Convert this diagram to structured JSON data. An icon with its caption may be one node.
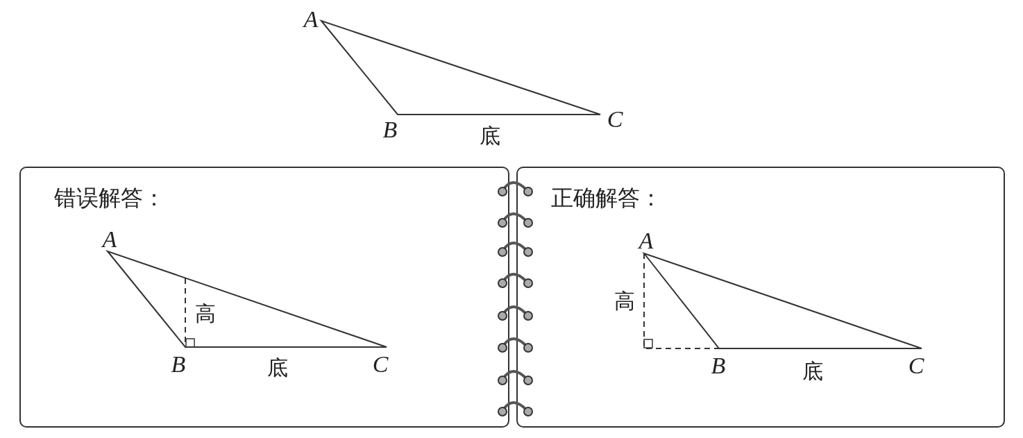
{
  "diagram": {
    "nodes": [
      {
        "text": [
          "错误解答："
        ]
      },
      {
        "text": [
          "正确解答："
        ]
      }
    ],
    "labels": [
      "A",
      "C",
      "B",
      "底",
      "A",
      "高",
      "B",
      "底",
      "C",
      "A",
      "高",
      "B",
      "底",
      "C"
    ]
  }
}
